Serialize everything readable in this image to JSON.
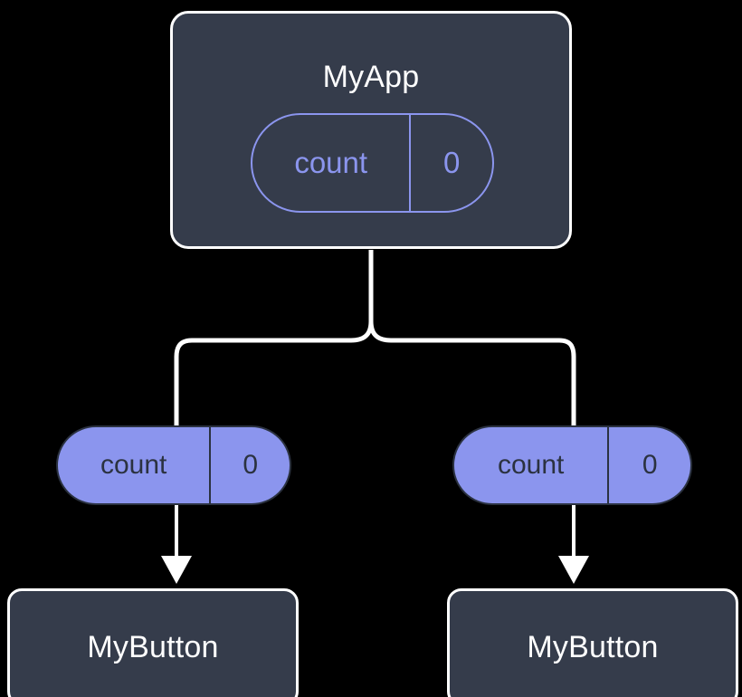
{
  "diagram": {
    "type": "component-tree",
    "background_color": "#000000",
    "palette": {
      "card_fill": "#353c4b",
      "card_border": "#ffffff",
      "pill_fill": "#8b95ee",
      "pill_outline": "#8b95ee",
      "pill_text_dark": "#2b3240",
      "connector": "#ffffff",
      "title_text": "#ffffff"
    },
    "root": {
      "card_label": "MyApp",
      "state_pill": {
        "key": "count",
        "value": "0",
        "style": "outlined"
      }
    },
    "branches": [
      {
        "side": "left",
        "prop_pill": {
          "key": "count",
          "value": "0",
          "style": "filled"
        },
        "child_card_label": "MyButton"
      },
      {
        "side": "right",
        "prop_pill": {
          "key": "count",
          "value": "0",
          "style": "filled"
        },
        "child_card_label": "MyButton"
      }
    ],
    "connectors": {
      "root_fork": "smooth-step-split",
      "pill_to_child": "arrow-down"
    }
  }
}
